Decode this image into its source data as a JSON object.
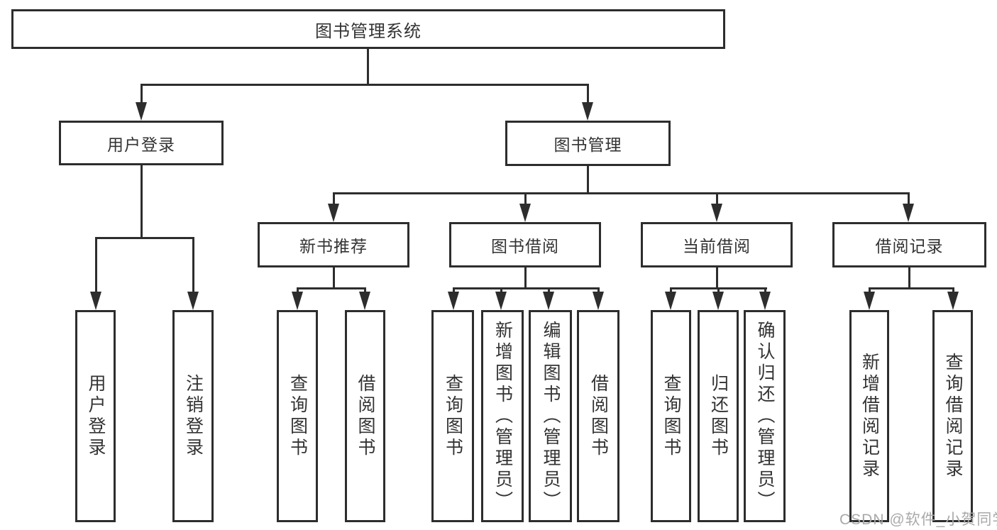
{
  "diagram_type": "hierarchy",
  "tree": {
    "label": "图书管理系统",
    "children": [
      {
        "label": "用户登录",
        "children": [
          {
            "label": "用户登录"
          },
          {
            "label": "注销登录"
          }
        ]
      },
      {
        "label": "图书管理",
        "children": [
          {
            "label": "新书推荐",
            "children": [
              {
                "label": "查询图书"
              },
              {
                "label": "借阅图书"
              }
            ]
          },
          {
            "label": "图书借阅",
            "children": [
              {
                "label": "查询图书"
              },
              {
                "label": "新增图书（管理员）"
              },
              {
                "label": "编辑图书（管理员）"
              },
              {
                "label": "借阅图书"
              }
            ]
          },
          {
            "label": "当前借阅",
            "children": [
              {
                "label": "查询图书"
              },
              {
                "label": "归还图书"
              },
              {
                "label": "确认归还（管理员）"
              }
            ]
          },
          {
            "label": "借阅记录",
            "children": [
              {
                "label": "新增借阅记录"
              },
              {
                "label": "查询借阅记录"
              }
            ]
          }
        ]
      }
    ]
  },
  "watermark": {
    "text": "CSDN @软件_小贺同学"
  },
  "colors": {
    "line": "#2d2d2d",
    "text": "#333333",
    "watermark": "#a9a9a9",
    "background": "#ffffff"
  }
}
